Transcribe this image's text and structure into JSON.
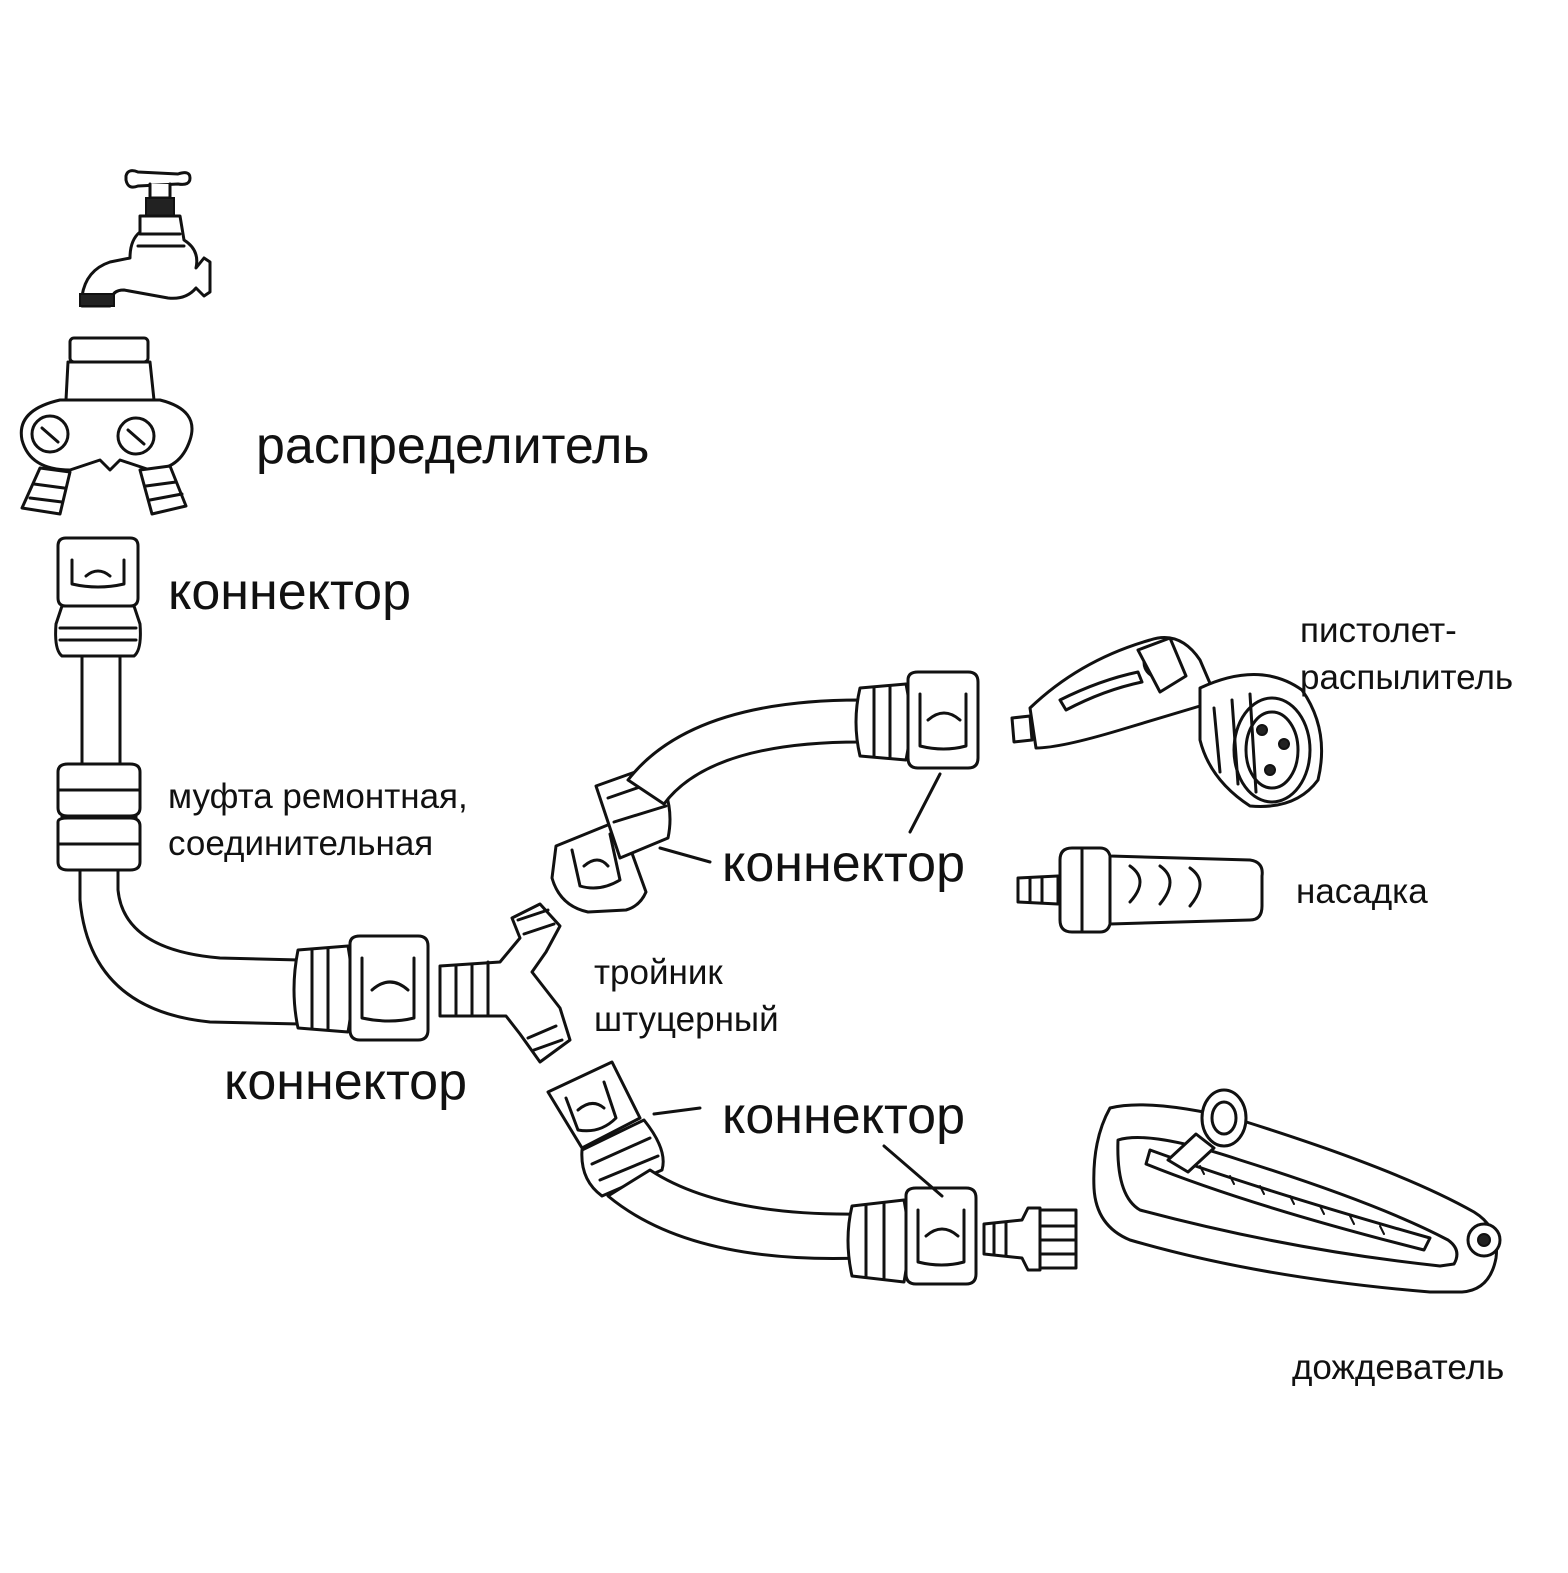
{
  "labels": {
    "distributor": "распределитель",
    "connector_top": "коннектор",
    "repair_coupling": "муфта ремонтная,\nсоединительная",
    "connector_middle": "коннектор",
    "tee_fitting": "тройник\nштуцерный",
    "connector_upper_branch": "коннектор",
    "connector_lower_branch": "коннектор",
    "spray_gun": "пистолет-\nраспылитель",
    "nozzle": "насадка",
    "sprinkler": "дождеватель"
  },
  "components": [
    {
      "name": "faucet",
      "icon": "faucet-icon"
    },
    {
      "name": "distributor",
      "icon": "y-splitter-icon"
    },
    {
      "name": "connector",
      "icon": "hose-connector-icon"
    },
    {
      "name": "repair-coupling",
      "icon": "coupling-icon"
    },
    {
      "name": "tee-fitting",
      "icon": "tee-fitting-icon"
    },
    {
      "name": "spray-gun",
      "icon": "spray-gun-icon"
    },
    {
      "name": "nozzle",
      "icon": "nozzle-icon"
    },
    {
      "name": "sprinkler",
      "icon": "oscillating-sprinkler-icon"
    }
  ],
  "colors": {
    "ink": "#111111",
    "background": "#ffffff",
    "shade": "#d6d6d6"
  }
}
